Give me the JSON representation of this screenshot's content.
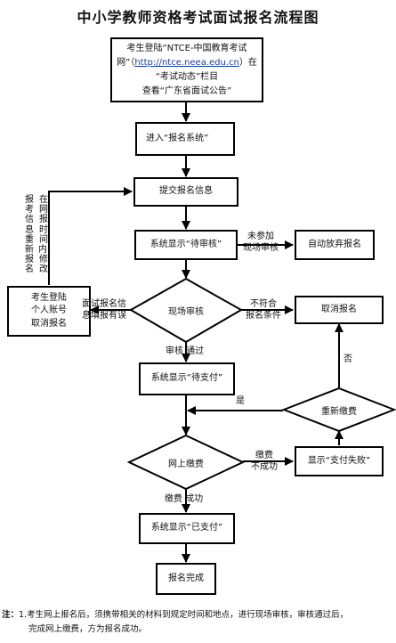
{
  "title": "中小学教师资格考试面试报名流程图",
  "nodes": {
    "login": {
      "line1": "考生登陆“NTCE-中国教育考试",
      "line2_pre": "网”（",
      "line2_link": "http://ntce.neea.edu.cn",
      "line2_post": "）在",
      "line3": "“考试动态”栏目",
      "line4": "查看“广东省面试公告”"
    },
    "enter_system": "进入“报名系统”",
    "submit_info": "提交报名信息",
    "pending_review": "系统显示“待审核”",
    "auto_abandon": "自动放弃报名",
    "onsite_review": "现场审核",
    "cancel_signup": "取消报名",
    "pending_payment": "系统显示“待支付”",
    "repay": "重新缴费",
    "online_payment": "网上缴费",
    "payment_failed": "显示“支付失败”",
    "paid": "系统显示“已支付”",
    "done": "报名完成",
    "user_cancel": {
      "line1": "考生登陆",
      "line2": "个人账号",
      "line3": "取消报名"
    }
  },
  "labels": {
    "no_attend_1": "未参加",
    "no_attend_2": "现场审核",
    "not_meet_1": "不符合",
    "not_meet_2": "报名条件",
    "info_error_1": "面试报名信",
    "info_error_2": "息填报有误",
    "review_pass": "审核 通过",
    "no": "否",
    "yes": "是",
    "pay_fail_1": "缴费",
    "pay_fail_2": "不成功",
    "pay_success": "缴费 成功",
    "vertical_left": "报考信息重新报名",
    "vertical_right": "在网报时间内，修改"
  },
  "note": {
    "head": "注：",
    "line1": "1.考生网上报名后，须携带相关的材料到规定时间和地点，进行现场审核，审核通过后，",
    "line2": "完成网上缴费，方为报名成功。"
  }
}
